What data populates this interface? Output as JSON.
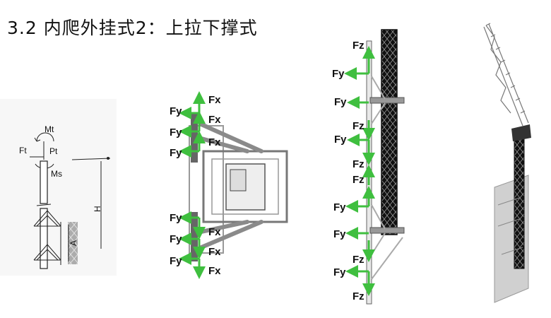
{
  "title": "3.2  内爬外挂式2：上拉下撑式",
  "colors": {
    "arrow": "#3fbf3f",
    "steel": "#888888",
    "dark": "#1a1a1a",
    "wall": "#dcdcdc"
  },
  "left_diagram": {
    "mt": "Mt",
    "ft": "Ft",
    "pt": "Pt",
    "ms": "Ms",
    "h": "H",
    "a": "A"
  },
  "middle_diagram": {
    "fy": "Fy",
    "fx": "Fx"
  },
  "right_diagram": {
    "fz": "Fz",
    "fy": "Fy"
  }
}
